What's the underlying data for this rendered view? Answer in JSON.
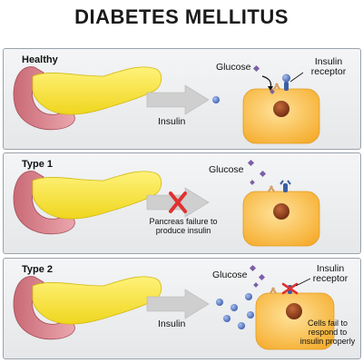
{
  "title": "DIABETES MELLITUS",
  "panels": [
    {
      "heading": "Healthy",
      "glucose_label": "Glucose",
      "receptor_label": "Insulin\nreceptor",
      "arrow_label": "Insulin"
    },
    {
      "heading": "Type 1",
      "glucose_label": "Glucose",
      "arrow_label": "Pancreas failure to\nproduce insulin"
    },
    {
      "heading": "Type 2",
      "glucose_label": "Glucose",
      "receptor_label": "Insulin\nreceptor",
      "arrow_label": "Insulin",
      "cell_note": "Cells fail to\nrespond to\ninsulin properly"
    }
  ],
  "colors": {
    "pancreas": "#f5e23a",
    "duodenum": "#e0939b",
    "cell": "#f9c24a",
    "nucleus": "#8a3d1c",
    "arrow": "#c8c8c8",
    "insulin": "#5577c4",
    "glucose": "#7b5fa8",
    "receptor_blocked": "#e03131"
  }
}
